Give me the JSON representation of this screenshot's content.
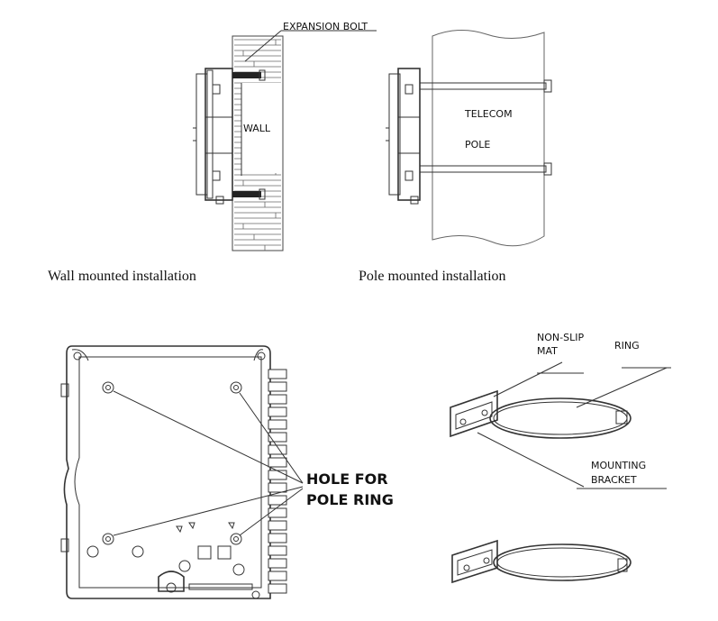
{
  "wall": {
    "label_bolt": "EXPANSION BOLT",
    "label_wall": "WALL",
    "caption": "Wall mounted installation"
  },
  "pole": {
    "label_line1": "TELECOM",
    "label_line2": "POLE",
    "caption": "Pole mounted installation"
  },
  "box_detail": {
    "label_line1": "HOLE FOR",
    "label_line2": "POLE RING"
  },
  "ring_detail": {
    "label_mat_line1": "NON-SLIP",
    "label_mat_line2": "MAT",
    "label_ring": "RING",
    "label_bracket_line1": "MOUNTING",
    "label_bracket_line2": "BRACKET"
  }
}
